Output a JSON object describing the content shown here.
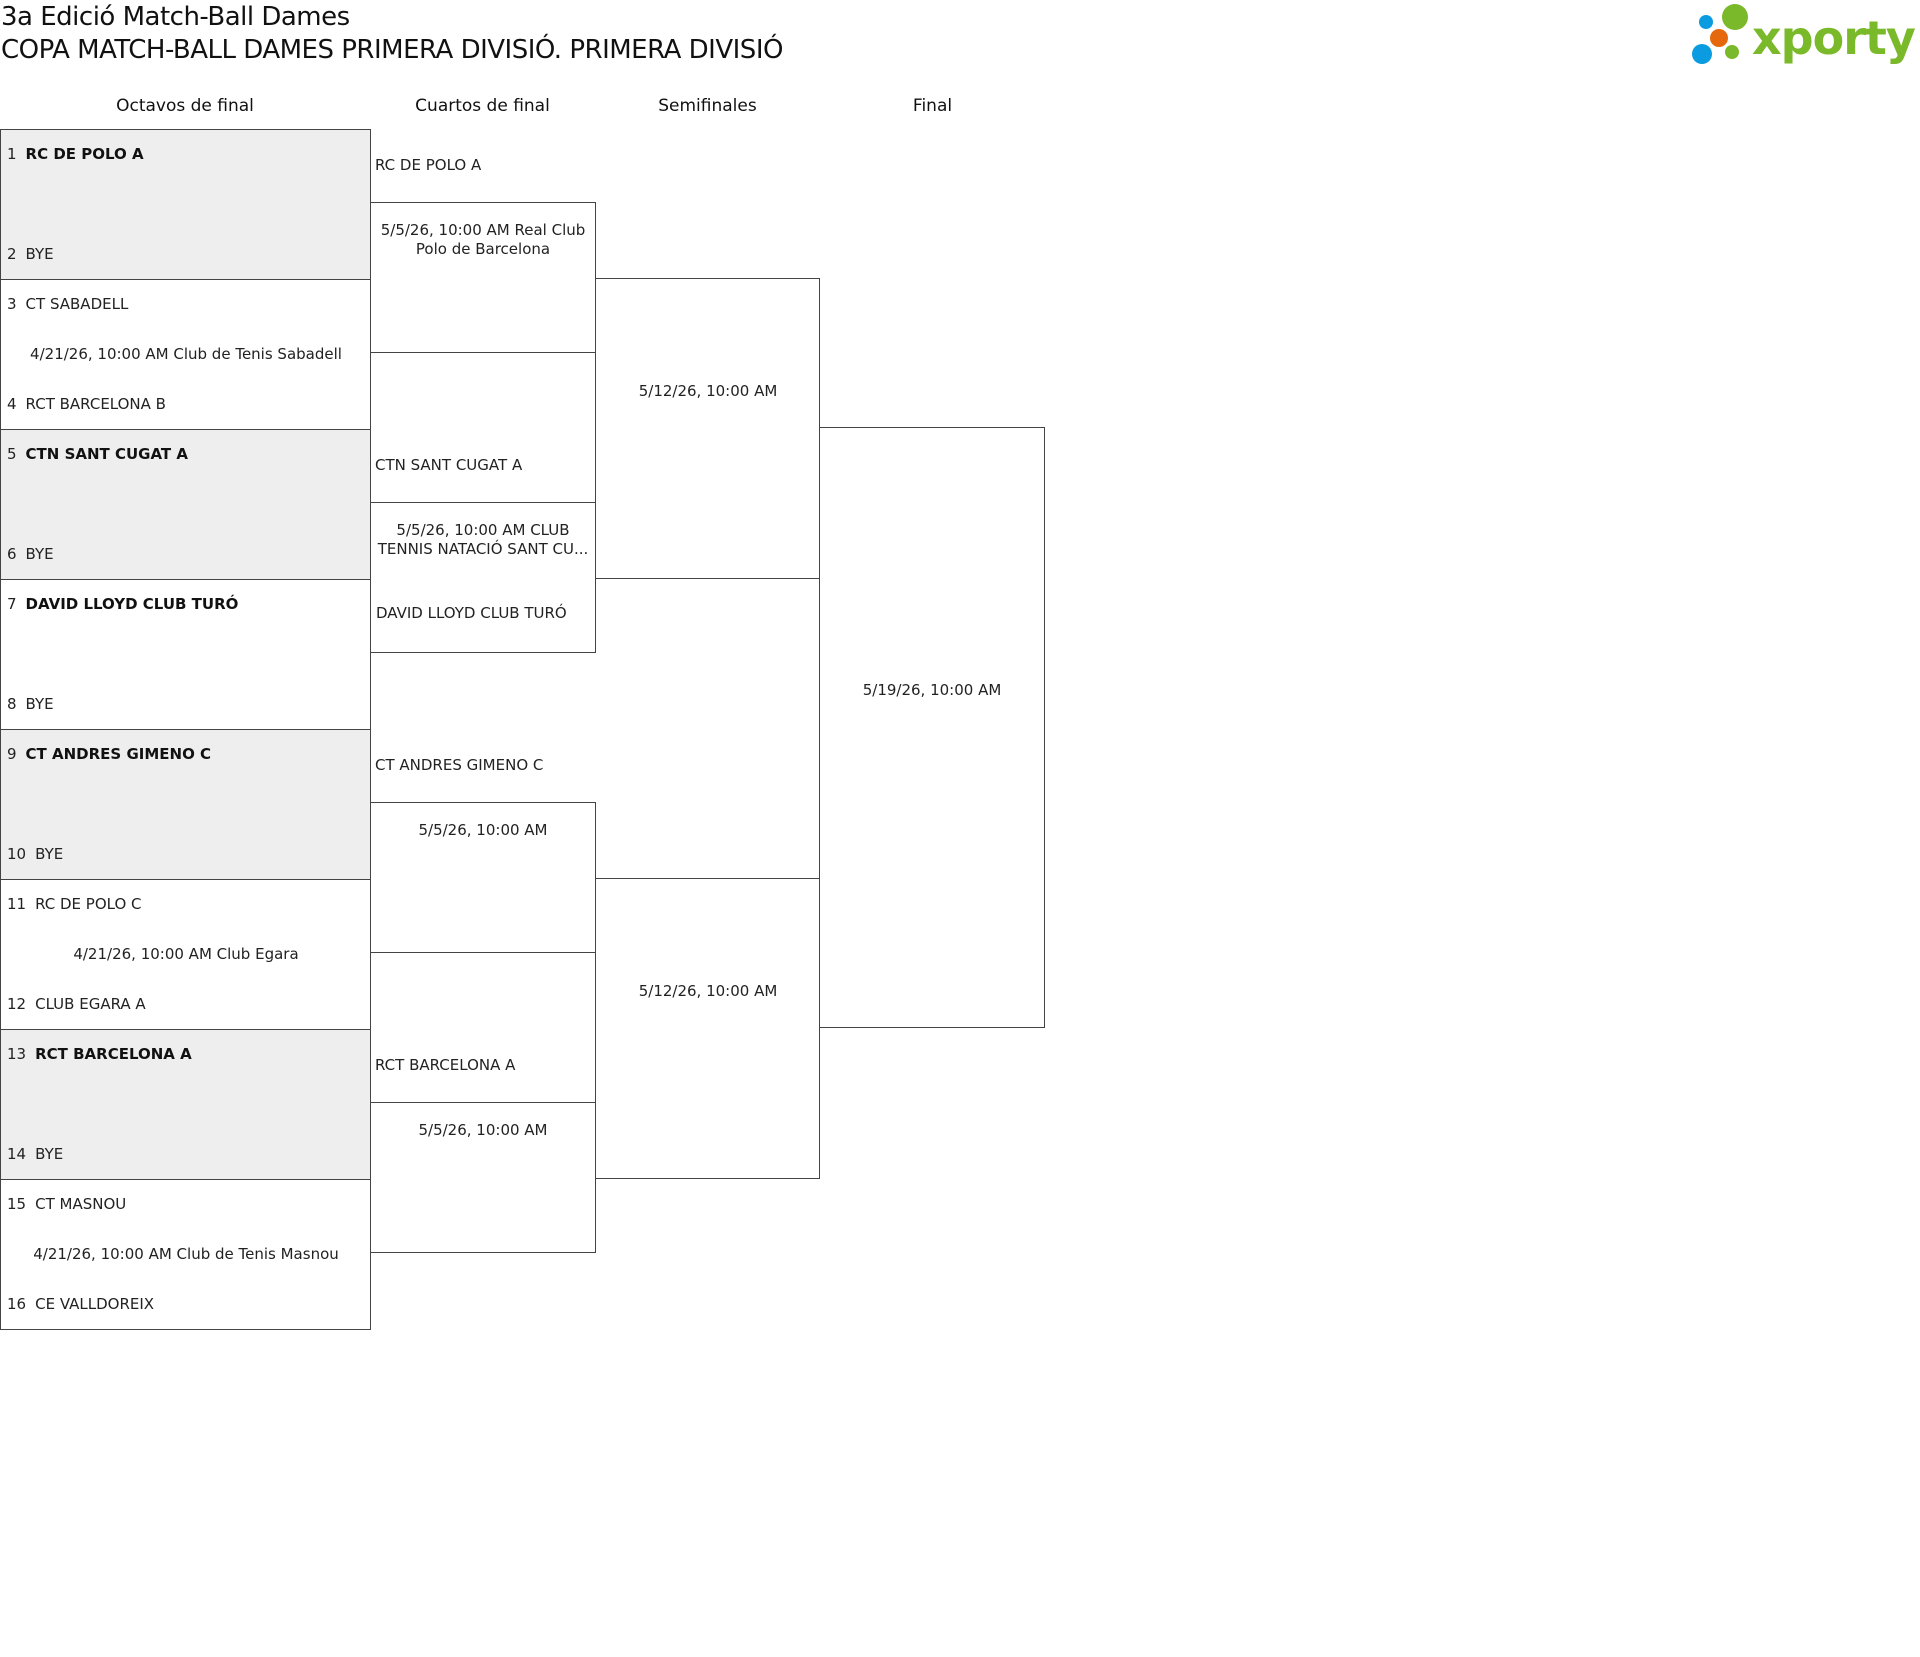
{
  "header": {
    "title": "3a Edició Match-Ball Dames",
    "subtitle": "COPA MATCH-BALL DAMES PRIMERA DIVISIÓ. PRIMERA DIVISIÓ",
    "logo_text": "xporty"
  },
  "rounds": [
    "Octavos de final",
    "Cuartos de final",
    "Semifinales",
    "Final"
  ],
  "octavos": [
    {
      "seed1": "1",
      "team1": "RC DE POLO A",
      "seed2": "2",
      "team2": "BYE",
      "info": "",
      "bye": true,
      "winner": 1
    },
    {
      "seed1": "3",
      "team1": "CT SABADELL",
      "seed2": "4",
      "team2": "RCT BARCELONA B",
      "info": "4/21/26, 10:00 AM Club de Tenis Sabadell",
      "bye": false,
      "winner": 0
    },
    {
      "seed1": "5",
      "team1": "CTN SANT CUGAT A",
      "seed2": "6",
      "team2": "BYE",
      "info": "",
      "bye": true,
      "winner": 1
    },
    {
      "seed1": "7",
      "team1": "DAVID LLOYD CLUB TURÓ",
      "seed2": "8",
      "team2": "BYE",
      "info": "",
      "bye": false,
      "winner": 1
    },
    {
      "seed1": "9",
      "team1": "CT ANDRES GIMENO C",
      "seed2": "10",
      "team2": "BYE",
      "info": "",
      "bye": true,
      "winner": 1
    },
    {
      "seed1": "11",
      "team1": "RC DE POLO C",
      "seed2": "12",
      "team2": "CLUB EGARA A",
      "info": "4/21/26, 10:00 AM Club Egara",
      "bye": false,
      "winner": 0
    },
    {
      "seed1": "13",
      "team1": "RCT BARCELONA A",
      "seed2": "14",
      "team2": "BYE",
      "info": "",
      "bye": true,
      "winner": 1
    },
    {
      "seed1": "15",
      "team1": "CT MASNOU",
      "seed2": "16",
      "team2": "CE VALLDOREIX",
      "info": "4/21/26, 10:00 AM Club de Tenis Masnou",
      "bye": false,
      "winner": 0
    }
  ],
  "cuartos": [
    {
      "team1": "RC DE POLO A",
      "team2": "",
      "info": "5/5/26, 10:00 AM Real Club Polo de Barcelona"
    },
    {
      "team1": "CTN SANT CUGAT A",
      "team2": "DAVID LLOYD CLUB TURÓ",
      "info": "5/5/26, 10:00 AM CLUB TENNIS NATACIÓ SANT CU..."
    },
    {
      "team1": "CT ANDRES GIMENO C",
      "team2": "",
      "info": "5/5/26, 10:00 AM"
    },
    {
      "team1": "RCT BARCELONA A",
      "team2": "",
      "info": "5/5/26, 10:00 AM"
    }
  ],
  "semis": [
    {
      "info": "5/12/26, 10:00 AM"
    },
    {
      "info": "5/12/26, 10:00 AM"
    }
  ],
  "final": {
    "info": "5/19/26, 10:00 AM"
  },
  "colors": {
    "bye_bg": "#eeeeee",
    "logo_green": "#7ab929",
    "logo_blue": "#0a9be0",
    "logo_orange": "#e5690c"
  }
}
